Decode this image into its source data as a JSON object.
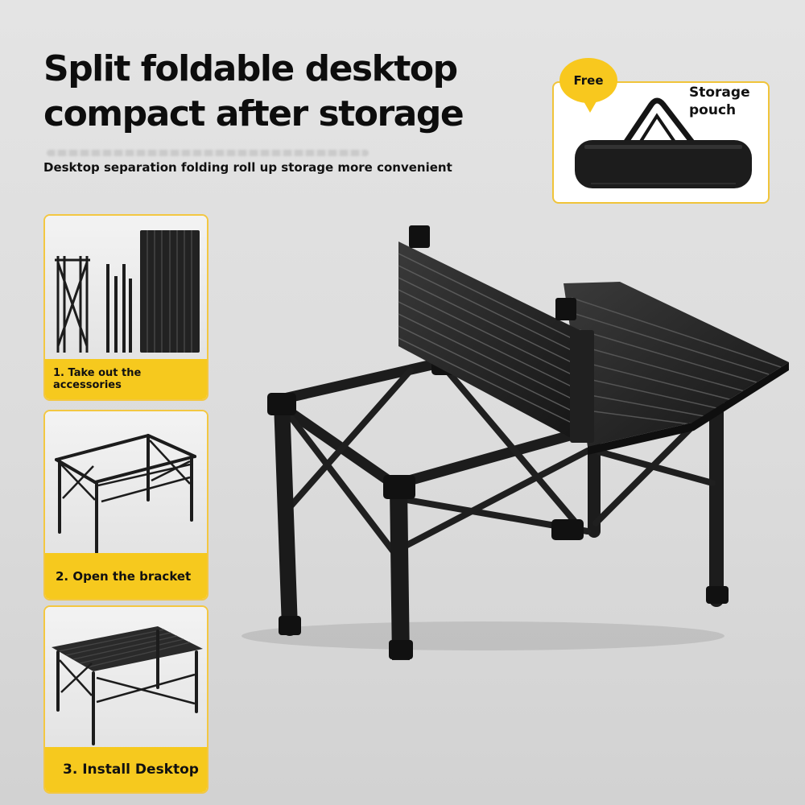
{
  "headline": {
    "line1": "Split foldable desktop",
    "line2": "compact after storage"
  },
  "subheadline": "Desktop separation folding roll up storage more convenient",
  "storage_pouch": {
    "badge": "Free",
    "label_line1": "Storage",
    "label_line2": "pouch"
  },
  "steps": [
    {
      "label": "1. Take out the accessories"
    },
    {
      "label": "2. Open the bracket"
    },
    {
      "label": "3. Install Desktop"
    }
  ],
  "colors": {
    "accent_yellow": "#f6c91e",
    "card_border": "#f3c742",
    "product_black": "#1c1c1c"
  }
}
